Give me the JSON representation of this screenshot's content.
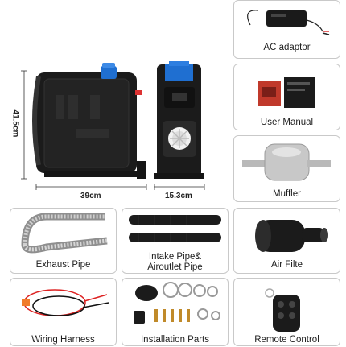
{
  "main_unit": {
    "height_label": "41.5cm",
    "width_label": "39cm",
    "depth_label": "15.3cm"
  },
  "items": [
    {
      "label": "AC adaptor",
      "icon": "ac-adaptor-icon"
    },
    {
      "label": "User Manual",
      "icon": "manual-icon"
    },
    {
      "label": "Muffler",
      "icon": "muffler-icon"
    },
    {
      "label": "Exhaust Pipe",
      "icon": "exhaust-pipe-icon"
    },
    {
      "label_line1": "Intake Pipe&",
      "label_line2": "Airoutlet Pipe",
      "icon": "intake-pipe-icon"
    },
    {
      "label": "Air Filte",
      "icon": "air-filter-icon"
    },
    {
      "label": "Wiring Harness",
      "icon": "wiring-harness-icon"
    },
    {
      "label": "Installation Parts",
      "icon": "installation-parts-icon"
    },
    {
      "label": "Remote Control",
      "icon": "remote-control-icon"
    }
  ],
  "colors": {
    "body": "#1b1b1b",
    "accent_blue": "#1f6fd1",
    "panel_border": "#c9c9c9",
    "orange": "#f07b2a"
  }
}
